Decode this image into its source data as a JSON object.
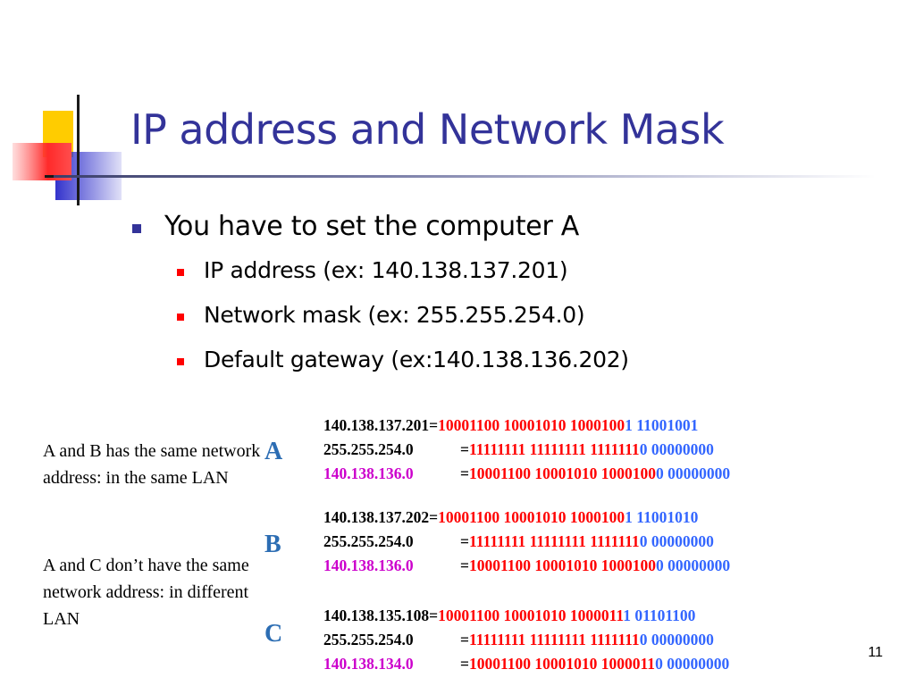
{
  "slide": {
    "title": "IP address and Network Mask",
    "page_number": "11"
  },
  "bullets": {
    "main": "You have to set the computer A",
    "sub": [
      "IP address (ex: 140.138.137.201)",
      "Network mask (ex: 255.255.254.0)",
      "Default gateway (ex:140.138.136.202)"
    ]
  },
  "notes": {
    "same_lan": "A and B has the same network address: in the same LAN",
    "diff_lan": "A and C don’t have the same network address: in different LAN"
  },
  "hosts": {
    "A": {
      "label": "A",
      "ip_lhs": "140.138.137.201=",
      "ip_net": "10001100 10001010 1000100",
      "ip_host": "1 11001001",
      "mask_lhs": "255.255.254.0",
      "mask_eq": "=",
      "mask_net": "11111111 11111111 1111111",
      "mask_host": "0 00000000",
      "net_lhs": "140.138.136.0",
      "net_eq": "=",
      "net_net": "10001100 10001010 1000100",
      "net_host": "0 00000000"
    },
    "B": {
      "label": "B",
      "ip_lhs": "140.138.137.202=",
      "ip_net": "10001100 10001010 1000100",
      "ip_host": "1 11001010",
      "mask_lhs": "255.255.254.0",
      "mask_eq": "=",
      "mask_net": "11111111 11111111 1111111",
      "mask_host": "0 00000000",
      "net_lhs": "140.138.136.0",
      "net_eq": "=",
      "net_net": "10001100 10001010 1000100",
      "net_host": "0 00000000"
    },
    "C": {
      "label": "C",
      "ip_lhs": "140.138.135.108=",
      "ip_net": "10001100 10001010 1000011",
      "ip_host": "1 01101100",
      "mask_lhs": "255.255.254.0",
      "mask_eq": "=",
      "mask_net": "11111111 11111111 1111111",
      "mask_host": "0 00000000",
      "net_lhs": "140.138.134.0",
      "net_eq": "=",
      "net_net": "10001100 10001010 1000011",
      "net_host": "0 00000000"
    }
  },
  "colors": {
    "title": "#333399",
    "bullet_main": "#333399",
    "bullet_sub": "#ff0000",
    "network_bits": "#ff0000",
    "host_bits": "#3366ff",
    "network_address": "#cc00cc",
    "host_label": "#2c6db3"
  }
}
